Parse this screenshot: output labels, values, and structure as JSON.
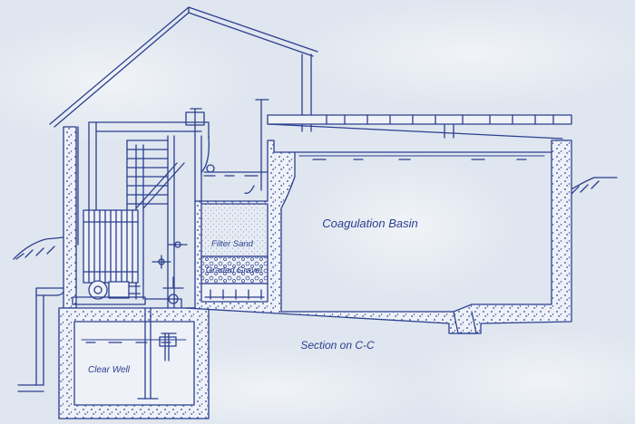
{
  "labels": {
    "coagulation_basin": "Coagulation Basin",
    "filter_sand": "Filter Sand",
    "graded_gravel": "Graded Gravel",
    "clear_well": "Clear Well",
    "section": "Section on C-C"
  },
  "colors": {
    "background": "#dfe6ef",
    "ink": "#2a3f8f",
    "concrete": "#eef1f7",
    "water": "#5a74c0"
  }
}
